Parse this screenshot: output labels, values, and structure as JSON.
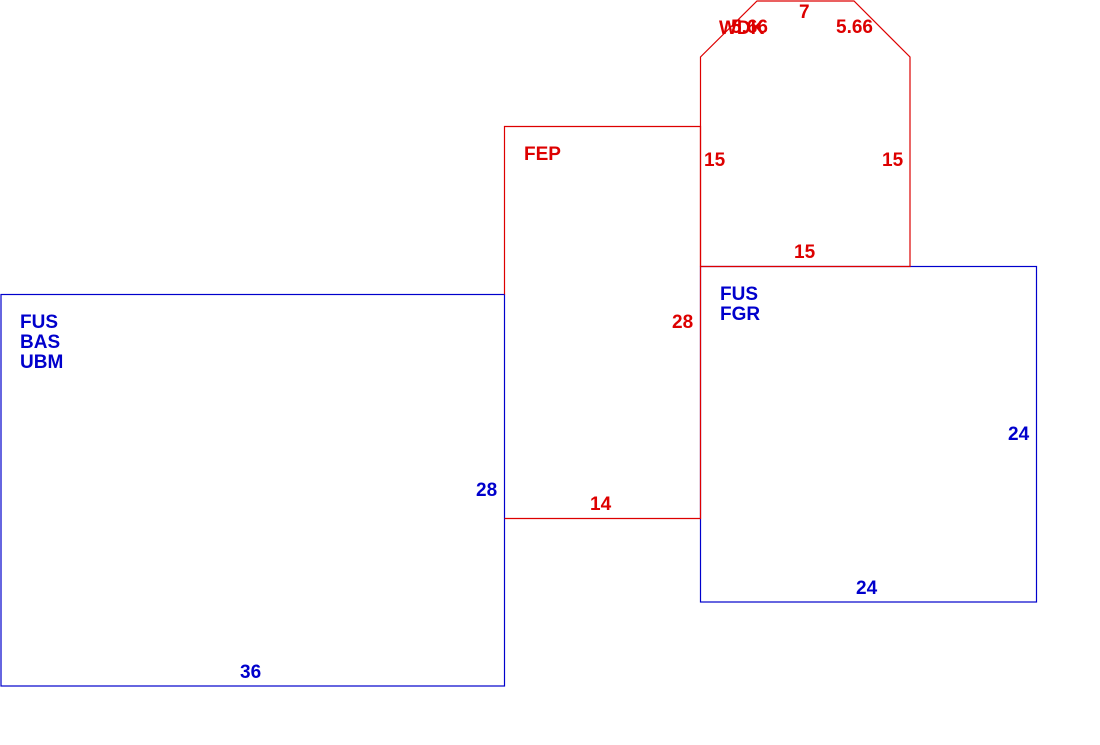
{
  "colors": {
    "main": "#0000cc",
    "addition": "#dd0000"
  },
  "sections": {
    "main_building": {
      "codes": [
        "FUS",
        "BAS",
        "UBM"
      ],
      "dims": {
        "right": "28",
        "bottom": "36"
      }
    },
    "garage": {
      "codes": [
        "FUS",
        "FGR"
      ],
      "dims": {
        "right": "24",
        "bottom": "24"
      }
    },
    "porch": {
      "codes": [
        "FEP"
      ],
      "dims": {
        "right": "28",
        "bottom": "14"
      }
    },
    "deck": {
      "codes": [
        "WDK"
      ],
      "dims": {
        "top": "7",
        "top_left": "5.66",
        "top_right": "5.66",
        "left": "15",
        "right": "15",
        "bottom": "15"
      }
    }
  }
}
